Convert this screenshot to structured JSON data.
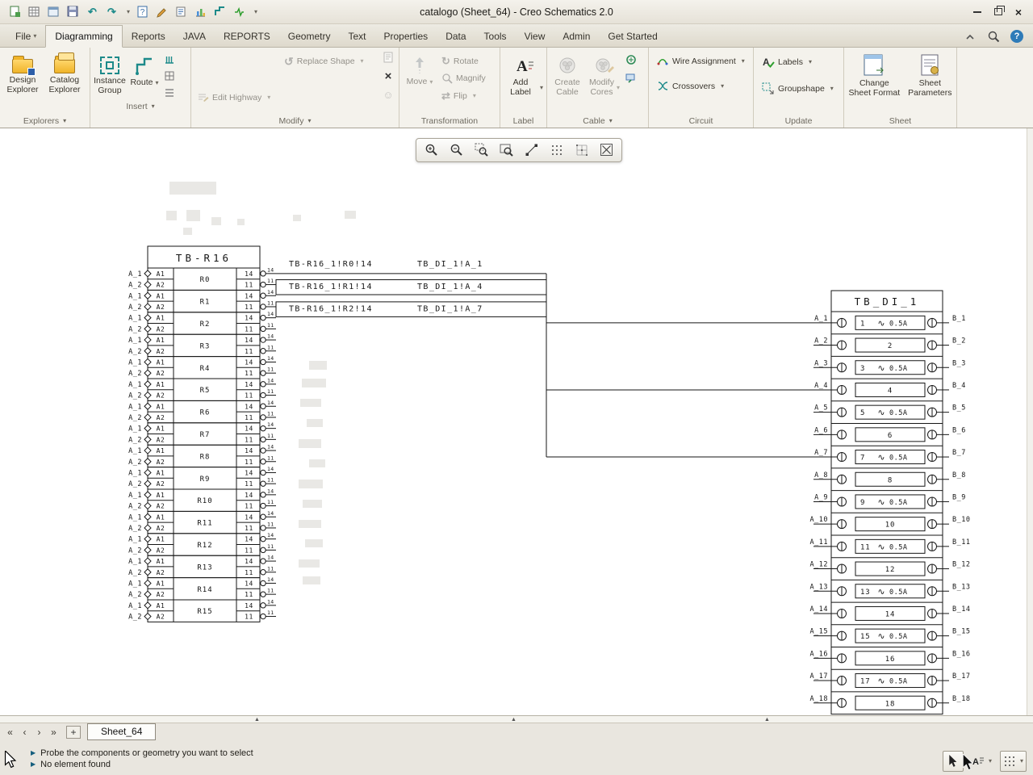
{
  "window": {
    "title": "catalogo (Sheet_64) - Creo Schematics 2.0"
  },
  "icons": {
    "dropdown": "▾",
    "up_triangle": "▲",
    "prompt_bullet": "▶",
    "nav_first": "«",
    "nav_prev": "‹",
    "nav_next": "›",
    "nav_last": "»",
    "help": "?",
    "close": "×",
    "undo": "↶",
    "redo": "↷",
    "rotate": "↻",
    "replace": "↺",
    "flip": "⇄",
    "face": "☺",
    "delete_x": "×"
  },
  "quick_access": [
    "new-icon",
    "table-icon",
    "window-icon",
    "save-icon",
    "undo-icon",
    "redo-icon",
    "help-doc-icon",
    "markup-icon",
    "report-icon",
    "chart-icon",
    "highway-icon",
    "wire-check-icon"
  ],
  "ribbon": {
    "tabs": [
      {
        "label": "File",
        "arrow": true
      },
      {
        "label": "Diagramming",
        "active": true
      },
      {
        "label": "Reports"
      },
      {
        "label": "JAVA"
      },
      {
        "label": "REPORTS"
      },
      {
        "label": "Geometry"
      },
      {
        "label": "Text"
      },
      {
        "label": "Properties"
      },
      {
        "label": "Data"
      },
      {
        "label": "Tools"
      },
      {
        "label": "View"
      },
      {
        "label": "Admin"
      },
      {
        "label": "Get Started"
      }
    ],
    "groups": {
      "explorers": {
        "label": "Explorers",
        "buttons": {
          "design_explorer": "Design\nExplorer",
          "catalog_explorer": "Catalog\nExplorer"
        }
      },
      "insert": {
        "label": "Insert",
        "buttons": {
          "instance_group": "Instance\nGroup",
          "route": "Route"
        }
      },
      "modify": {
        "label": "Modify",
        "buttons": {
          "replace_shape": "Replace Shape",
          "edit_highway": "Edit Highway"
        }
      },
      "transformation": {
        "label": "Transformation",
        "buttons": {
          "move": "Move",
          "rotate": "Rotate",
          "magnify": "Magnify",
          "flip": "Flip"
        }
      },
      "label": {
        "label": "Label",
        "buttons": {
          "add_label": "Add Label"
        }
      },
      "cable": {
        "label": "Cable",
        "buttons": {
          "create_cable": "Create\nCable",
          "modify_cores": "Modify\nCores"
        }
      },
      "circuit": {
        "label": "Circuit",
        "buttons": {
          "wire_assignment": "Wire Assignment",
          "crossovers": "Crossovers"
        }
      },
      "update": {
        "label": "Update",
        "buttons": {
          "labels": "Labels",
          "groupshape": "Groupshape"
        }
      },
      "sheet": {
        "label": "Sheet",
        "buttons": {
          "change_sheet_format": "Change\nSheet Format",
          "sheet_parameters": "Sheet\nParameters"
        }
      }
    }
  },
  "canvas_toolbar": {
    "tools": [
      "zoom-in",
      "zoom-out",
      "zoom-selected",
      "zoom-extents",
      "measure",
      "grid-snap",
      "grid-display",
      "crossings"
    ]
  },
  "schematic": {
    "left_block": {
      "title": "TB-R16",
      "pin_top": "A1",
      "pin_bottom": "A2",
      "term_top": "14",
      "term_bottom": "11",
      "outer_top": "A_1",
      "outer_bottom": "A_2",
      "relays": [
        "R0",
        "R1",
        "R2",
        "R3",
        "R4",
        "R5",
        "R6",
        "R7",
        "R8",
        "R9",
        "R10",
        "R11",
        "R12",
        "R13",
        "R14",
        "R15"
      ]
    },
    "right_block": {
      "title": "TB_DI_1",
      "fuse_rating": "0.5A",
      "fuse_symbol": "∿",
      "terminals": [
        {
          "n": "1",
          "fused": true
        },
        {
          "n": "2",
          "fused": false
        },
        {
          "n": "3",
          "fused": true
        },
        {
          "n": "4",
          "fused": false
        },
        {
          "n": "5",
          "fused": true
        },
        {
          "n": "6",
          "fused": false
        },
        {
          "n": "7",
          "fused": true
        },
        {
          "n": "8",
          "fused": false
        },
        {
          "n": "9",
          "fused": true
        },
        {
          "n": "10",
          "fused": false
        },
        {
          "n": "11",
          "fused": true
        },
        {
          "n": "12",
          "fused": false
        },
        {
          "n": "13",
          "fused": true
        },
        {
          "n": "14",
          "fused": false
        },
        {
          "n": "15",
          "fused": true
        },
        {
          "n": "16",
          "fused": false
        },
        {
          "n": "17",
          "fused": true
        },
        {
          "n": "18",
          "fused": false
        }
      ],
      "left_pins": [
        "A_1",
        "A_2",
        "A_3",
        "A_4",
        "A_5",
        "A_6",
        "A_7",
        "A_8",
        "A_9",
        "A_10",
        "A_11",
        "A_12",
        "A_13",
        "A_14",
        "A_15",
        "A_16",
        "A_17",
        "A_18"
      ],
      "right_pins": [
        "B_1",
        "B_2",
        "B_3",
        "B_4",
        "B_5",
        "B_6",
        "B_7",
        "B_8",
        "B_9",
        "B_10",
        "B_11",
        "B_12",
        "B_13",
        "B_14",
        "B_15",
        "B_16",
        "B_17",
        "B_18"
      ]
    },
    "wires": [
      {
        "from": "TB-R16_1!R0!14",
        "to": "TB_DI_1!A_1"
      },
      {
        "from": "TB-R16_1!R1!14",
        "to": "TB_DI_1!A_4"
      },
      {
        "from": "TB-R16_1!R2!14",
        "to": "TB_DI_1!A_7"
      }
    ]
  },
  "sheet_bar": {
    "active_tab": "Sheet_64",
    "add": "+"
  },
  "status": {
    "prompts": [
      "Probe the components or geometry you want to select",
      "No element found"
    ]
  }
}
